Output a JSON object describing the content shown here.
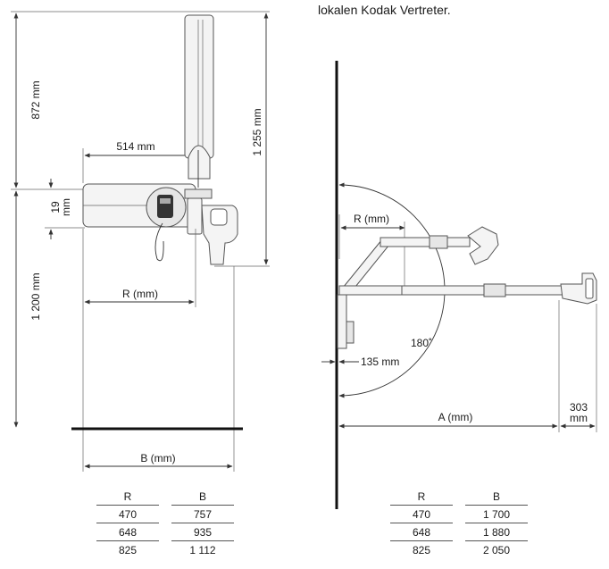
{
  "note": "lokalen Kodak Vertreter.",
  "left_view": {
    "dim_872": "872 mm",
    "dim_1255": "1 255 mm",
    "dim_514": "514 mm",
    "dim_19_top": "19",
    "dim_19_unit": "mm",
    "dim_1200": "1 200 mm",
    "dim_R": "R (mm)",
    "dim_B": "B (mm)"
  },
  "right_view": {
    "dim_R": "R (mm)",
    "angle": "180˚",
    "dim_135": "135 mm",
    "dim_A": "A (mm)",
    "dim_303_top": "303",
    "dim_303_unit": "mm"
  },
  "table_left": {
    "headers": [
      "R",
      "B"
    ],
    "rows": [
      [
        "470",
        "757"
      ],
      [
        "648",
        "935"
      ],
      [
        "825",
        "1 112"
      ]
    ]
  },
  "table_right": {
    "headers": [
      "R",
      "B"
    ],
    "rows": [
      [
        "470",
        "1 700"
      ],
      [
        "648",
        "1 880"
      ],
      [
        "825",
        "2 050"
      ]
    ]
  },
  "colors": {
    "line": "#333333",
    "device_fill": "#f4f4f4",
    "wall": "#111111"
  }
}
